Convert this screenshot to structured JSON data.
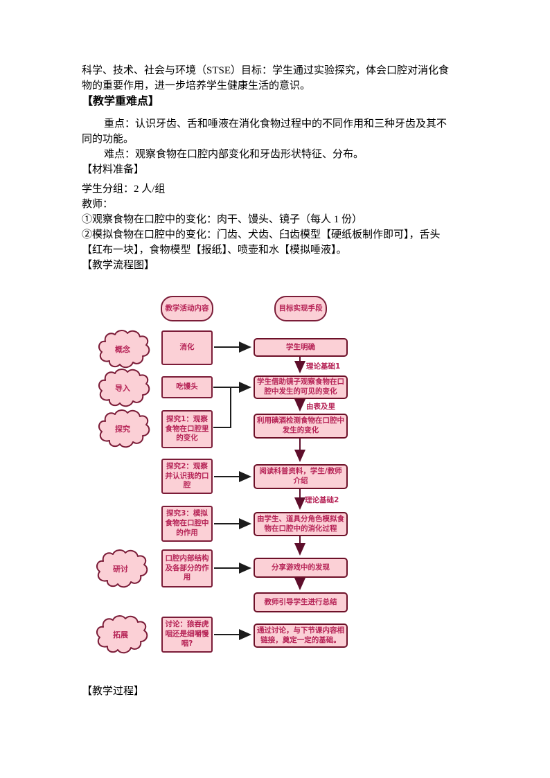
{
  "document": {
    "stse_line1": "科学、技术、社会与环境（STSE）目标：学生通过实验探究，体会口腔对消化食",
    "stse_line2": "物的重要作用，进一步培养学生健康生活的意识。",
    "heading_key_points": "【教学重难点】",
    "key_point_line1": "重点：认识牙齿、舌和唾液在消化食物过程中的不同作用和三种牙齿及其不",
    "key_point_line2": "同的功能。",
    "difficulty_line": "难点：观察食物在口腔内部变化和牙齿形状特征、分布。",
    "heading_materials": "【材料准备】",
    "materials_grouping": "学生分组：2 人/组",
    "materials_teacher": "教师：",
    "materials_item1": "①观察食物在口腔中的变化：肉干、馒头、镜子（每人 1 份）",
    "materials_item2": "②模拟食物在口腔中的变化：门齿、犬齿、臼齿模型【硬纸板制作即可】，舌头",
    "materials_item2b": "【红布一块】，食物模型【报纸】、喷壶和水【模拟唾液】。",
    "heading_flowchart": "【教学流程图】",
    "heading_process": "【教学过程】"
  },
  "flowchart": {
    "column_headers": [
      {
        "label": "教学活动内容"
      },
      {
        "label": "目标实现手段"
      }
    ],
    "stages": [
      {
        "label": "概念"
      },
      {
        "label": "导入"
      },
      {
        "label": "探究"
      },
      {
        "label": "研讨"
      },
      {
        "label": "拓展"
      }
    ],
    "activities": [
      {
        "label": "消化"
      },
      {
        "label": "吃馒头"
      },
      {
        "label": "探究1：观察食物在口腔里的变化"
      },
      {
        "label": "探究2：观察并认识我的口腔"
      },
      {
        "label": "探究3：模拟食物在口腔中的作用"
      },
      {
        "label": "口腔内部结构及各部分的作用"
      },
      {
        "label": "讨论：狼吞虎咽还是细嚼慢咽?"
      }
    ],
    "methods": [
      {
        "label": "学生明确"
      },
      {
        "label": "学生借助镜子观察食物在口腔中发生的可见的变化"
      },
      {
        "label": "利用碘酒检测食物在口腔中发生的变化"
      },
      {
        "label": "阅读科普资料，学生/教师介绍"
      },
      {
        "label": "由学生、道具分角色模拟食物在口腔中的消化过程"
      },
      {
        "label": "分享游戏中的发现"
      },
      {
        "label": "教师引导学生进行总结"
      },
      {
        "label": "通过讨论，与下节课内容相链接，奠定一定的基础。"
      }
    ],
    "edge_labels": [
      {
        "text": "理论基础1"
      },
      {
        "text": "由表及里"
      },
      {
        "text": "理论基础2"
      }
    ],
    "colors": {
      "node_fill": "#fbd0d6",
      "node_border": "#7b1c38",
      "node_text": "#b62356",
      "arrow_dark": "#5e0e2b",
      "arrow_black": "#1c1c1c"
    }
  }
}
